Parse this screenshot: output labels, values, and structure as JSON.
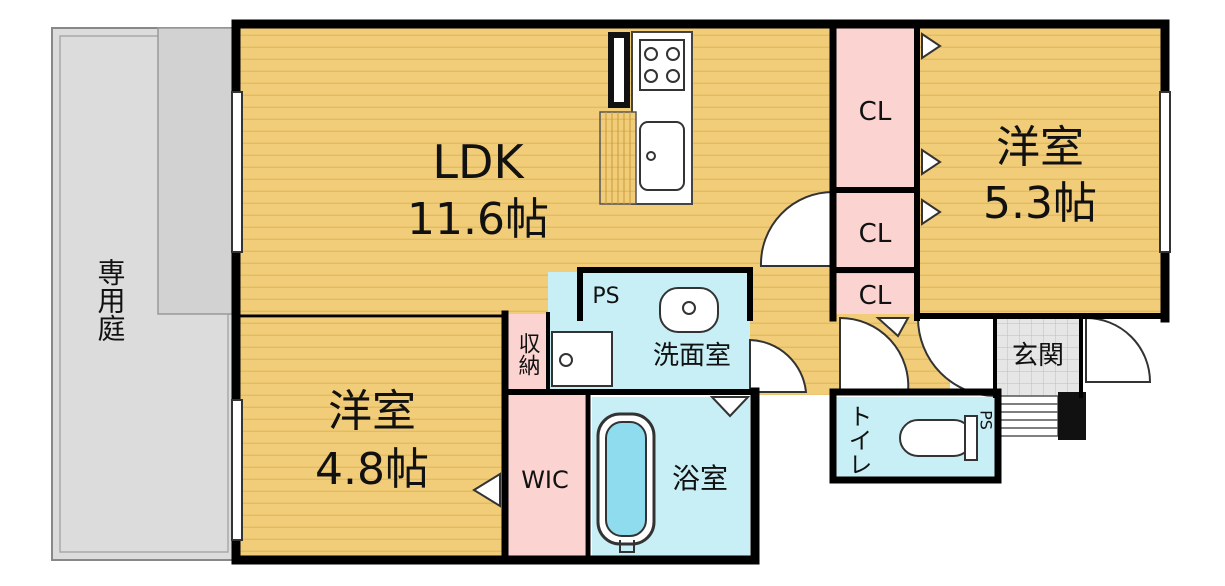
{
  "rooms": {
    "ldk": {
      "name": "LDK",
      "size": "11.6帖"
    },
    "western_room_east": {
      "name": "洋室",
      "size": "5.3帖"
    },
    "western_room_west": {
      "name": "洋室",
      "size": "4.8帖"
    },
    "private_garden": "専用庭",
    "closet_1": "CL",
    "closet_2": "CL",
    "closet_3": "CL",
    "pipe_space_1": "PS",
    "pipe_space_2": "PS",
    "storage": "収納",
    "washroom": "洗面室",
    "entrance": "玄関",
    "toilet": "トイレ",
    "walk_in_closet": "WIC",
    "bathroom": "浴室"
  },
  "colors": {
    "floor_wood": "#f2cd79",
    "floor_wood_line": "#e3b95a",
    "closet_pink": "#fbd3d1",
    "wet_area_cyan": "#c8eff5",
    "tile_gray": "#e5e5e5",
    "garden_gray": "#dcdcdc",
    "wall": "#000000"
  }
}
